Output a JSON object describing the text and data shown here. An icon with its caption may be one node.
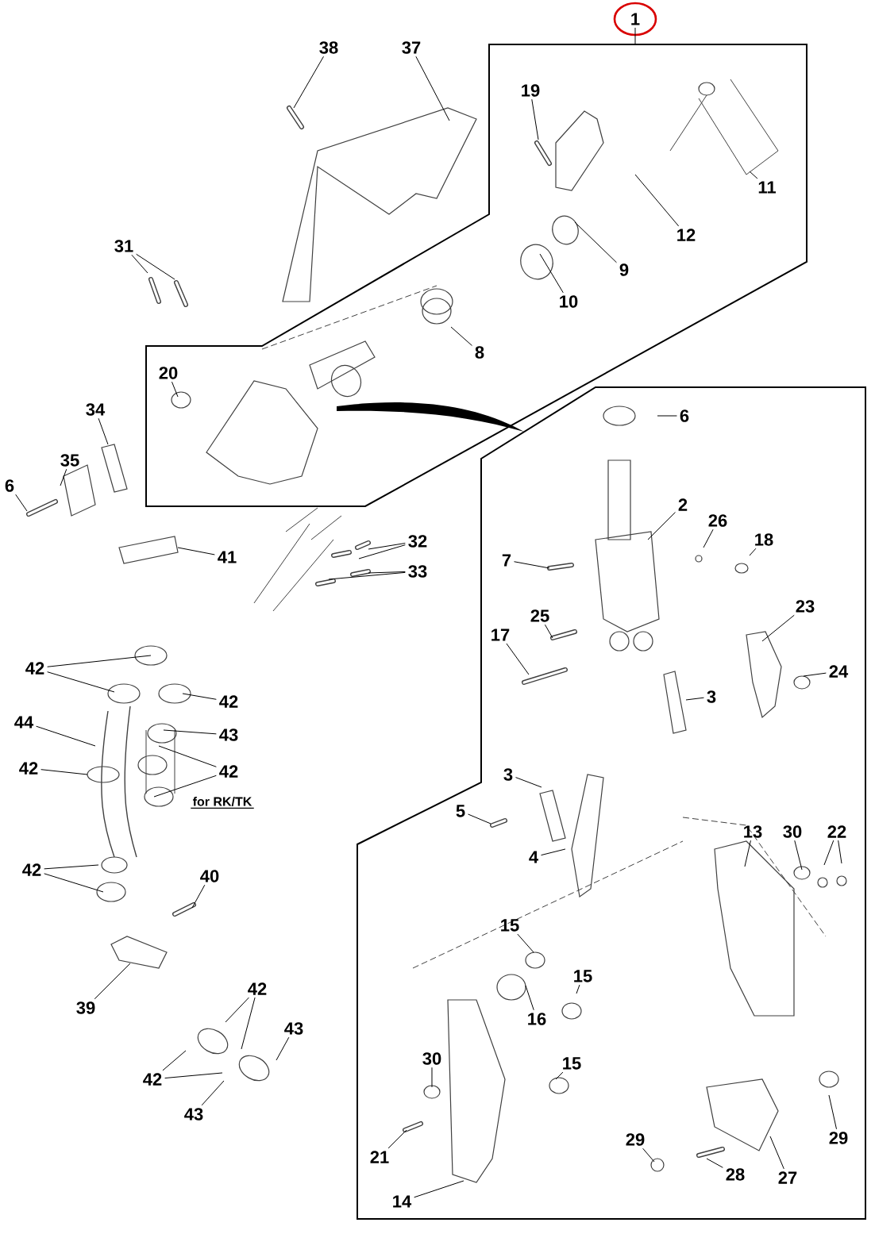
{
  "diagram": {
    "nodes": [
      {
        "text": [
          "1"
        ]
      },
      {
        "text": [
          "38"
        ]
      },
      {
        "text": [
          "37"
        ]
      },
      {
        "text": [
          "19"
        ]
      },
      {
        "text": [
          "11"
        ]
      },
      {
        "text": [
          "12"
        ]
      },
      {
        "text": [
          "9"
        ]
      },
      {
        "text": [
          "10"
        ]
      },
      {
        "text": [
          "31"
        ]
      },
      {
        "text": [
          "8"
        ]
      },
      {
        "text": [
          "20"
        ]
      },
      {
        "text": [
          "34"
        ]
      },
      {
        "text": [
          "35"
        ]
      },
      {
        "text": [
          "6"
        ]
      },
      {
        "text": [
          "41"
        ]
      },
      {
        "text": [
          "32"
        ]
      },
      {
        "text": [
          "33"
        ]
      },
      {
        "text": [
          "42"
        ]
      },
      {
        "text": [
          "42"
        ]
      },
      {
        "text": [
          "43"
        ]
      },
      {
        "text": [
          "44"
        ]
      },
      {
        "text": [
          "42"
        ]
      },
      {
        "text": [
          "42"
        ]
      },
      {
        "text": [
          "42"
        ]
      },
      {
        "text": [
          "40"
        ]
      },
      {
        "text": [
          "39"
        ]
      },
      {
        "text": [
          "42"
        ]
      },
      {
        "text": [
          "43"
        ]
      },
      {
        "text": [
          "42"
        ]
      },
      {
        "text": [
          "43"
        ]
      },
      {
        "text": [
          "6"
        ]
      },
      {
        "text": [
          "2"
        ]
      },
      {
        "text": [
          "26"
        ]
      },
      {
        "text": [
          "18"
        ]
      },
      {
        "text": [
          "7"
        ]
      },
      {
        "text": [
          "25"
        ]
      },
      {
        "text": [
          "23"
        ]
      },
      {
        "text": [
          "17"
        ]
      },
      {
        "text": [
          "24"
        ]
      },
      {
        "text": [
          "3"
        ]
      },
      {
        "text": [
          "3"
        ]
      },
      {
        "text": [
          "5"
        ]
      },
      {
        "text": [
          "4"
        ]
      },
      {
        "text": [
          "13"
        ]
      },
      {
        "text": [
          "30"
        ]
      },
      {
        "text": [
          "22"
        ]
      },
      {
        "text": [
          "15"
        ]
      },
      {
        "text": [
          "16"
        ]
      },
      {
        "text": [
          "15"
        ]
      },
      {
        "text": [
          "15"
        ]
      },
      {
        "text": [
          "30"
        ]
      },
      {
        "text": [
          "29"
        ]
      },
      {
        "text": [
          "21"
        ]
      },
      {
        "text": [
          "29"
        ]
      },
      {
        "text": [
          "28"
        ]
      },
      {
        "text": [
          "27"
        ]
      },
      {
        "text": [
          "14"
        ]
      }
    ],
    "edges": [
      {
        "from": 0,
        "to": null,
        "arrow": "none"
      },
      {
        "from": 1,
        "to": null,
        "arrow": "none"
      },
      {
        "from": 2,
        "to": null,
        "arrow": "none"
      },
      {
        "from": 3,
        "to": null,
        "arrow": "none"
      },
      {
        "from": 4,
        "to": null,
        "arrow": "none"
      },
      {
        "from": 5,
        "to": null,
        "arrow": "none"
      },
      {
        "from": 6,
        "to": null,
        "arrow": "none"
      },
      {
        "from": 7,
        "to": null,
        "arrow": "none"
      },
      {
        "from": 8,
        "to": null,
        "arrow": "none"
      },
      {
        "from": 8,
        "to": null,
        "arrow": "none"
      },
      {
        "from": 9,
        "to": null,
        "arrow": "none"
      },
      {
        "from": 10,
        "to": null,
        "arrow": "none"
      },
      {
        "from": 11,
        "to": null,
        "arrow": "none"
      },
      {
        "from": 12,
        "to": null,
        "arrow": "none"
      },
      {
        "from": 13,
        "to": null,
        "arrow": "none"
      },
      {
        "from": 14,
        "to": null,
        "arrow": "none"
      },
      {
        "from": 15,
        "to": null,
        "arrow": "none"
      },
      {
        "from": 15,
        "to": null,
        "arrow": "none"
      },
      {
        "from": 16,
        "to": null,
        "arrow": "none"
      },
      {
        "from": 16,
        "to": null,
        "arrow": "none"
      },
      {
        "from": 17,
        "to": null,
        "arrow": "none"
      },
      {
        "from": 17,
        "to": null,
        "arrow": "none"
      },
      {
        "from": 18,
        "to": null,
        "arrow": "none"
      },
      {
        "from": 19,
        "to": null,
        "arrow": "none"
      },
      {
        "from": 20,
        "to": null,
        "arrow": "none"
      },
      {
        "from": 21,
        "to": null,
        "arrow": "none"
      },
      {
        "from": 22,
        "to": null,
        "arrow": "none"
      },
      {
        "from": 22,
        "to": null,
        "arrow": "none"
      },
      {
        "from": 23,
        "to": null,
        "arrow": "none"
      },
      {
        "from": 23,
        "to": null,
        "arrow": "none"
      },
      {
        "from": 24,
        "to": null,
        "arrow": "none"
      },
      {
        "from": 25,
        "to": null,
        "arrow": "none"
      },
      {
        "from": 26,
        "to": null,
        "arrow": "none"
      },
      {
        "from": 26,
        "to": null,
        "arrow": "none"
      },
      {
        "from": 27,
        "to": null,
        "arrow": "none"
      },
      {
        "from": 28,
        "to": null,
        "arrow": "none"
      },
      {
        "from": 28,
        "to": null,
        "arrow": "none"
      },
      {
        "from": 29,
        "to": null,
        "arrow": "none"
      },
      {
        "from": 30,
        "to": null,
        "arrow": "none"
      },
      {
        "from": 31,
        "to": null,
        "arrow": "none"
      },
      {
        "from": 32,
        "to": null,
        "arrow": "none"
      },
      {
        "from": 33,
        "to": null,
        "arrow": "none"
      },
      {
        "from": 34,
        "to": null,
        "arrow": "none"
      },
      {
        "from": 35,
        "to": null,
        "arrow": "none"
      },
      {
        "from": 36,
        "to": null,
        "arrow": "none"
      },
      {
        "from": 37,
        "to": null,
        "arrow": "none"
      },
      {
        "from": 38,
        "to": null,
        "arrow": "none"
      },
      {
        "from": 39,
        "to": null,
        "arrow": "none"
      },
      {
        "from": 40,
        "to": null,
        "arrow": "none"
      },
      {
        "from": 41,
        "to": null,
        "arrow": "none"
      },
      {
        "from": 42,
        "to": null,
        "arrow": "none"
      },
      {
        "from": 43,
        "to": null,
        "arrow": "none"
      },
      {
        "from": 44,
        "to": null,
        "arrow": "none"
      },
      {
        "from": 45,
        "to": null,
        "arrow": "none"
      },
      {
        "from": 45,
        "to": null,
        "arrow": "none"
      },
      {
        "from": 46,
        "to": null,
        "arrow": "none"
      },
      {
        "from": 47,
        "to": null,
        "arrow": "none"
      },
      {
        "from": 48,
        "to": null,
        "arrow": "none"
      },
      {
        "from": 49,
        "to": null,
        "arrow": "none"
      },
      {
        "from": 50,
        "to": null,
        "arrow": "none"
      },
      {
        "from": 51,
        "to": null,
        "arrow": "none"
      },
      {
        "from": 52,
        "to": null,
        "arrow": "none"
      },
      {
        "from": 53,
        "to": null,
        "arrow": "none"
      },
      {
        "from": 54,
        "to": null,
        "arrow": "none"
      },
      {
        "from": 55,
        "to": null,
        "arrow": "none"
      },
      {
        "from": 56,
        "to": null,
        "arrow": "none"
      }
    ],
    "labels": [
      "for RK/TK"
    ]
  }
}
